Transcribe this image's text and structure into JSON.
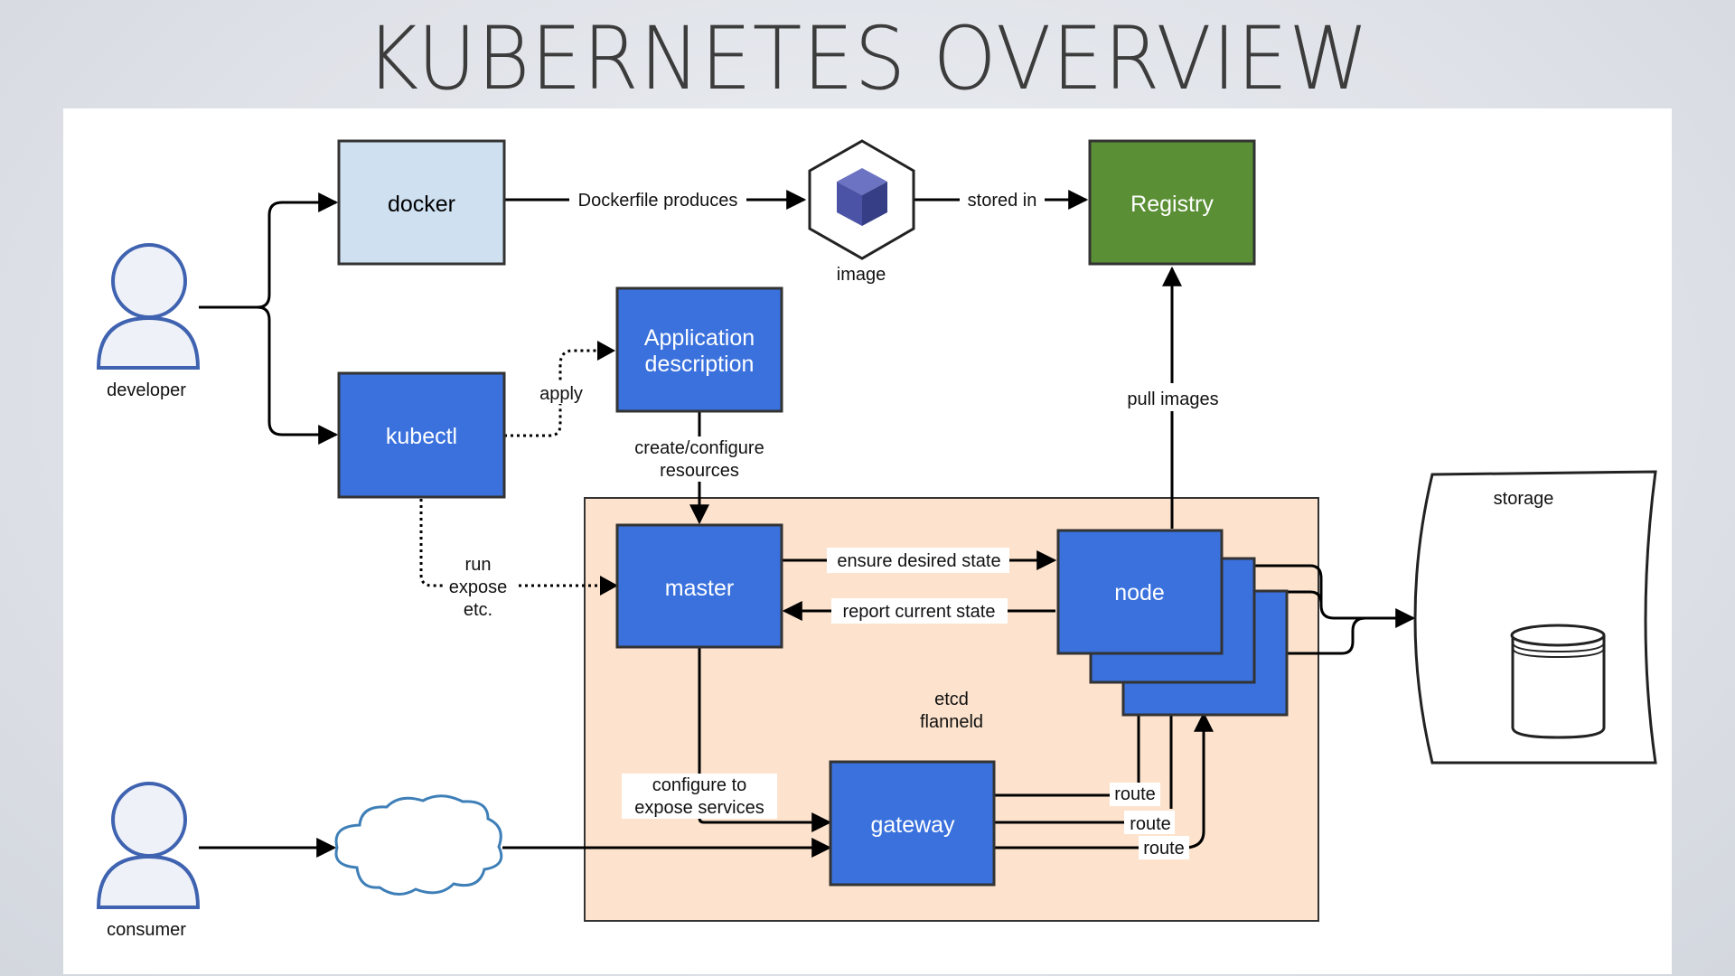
{
  "title": "KUBERNETES OVERVIEW",
  "actors": {
    "developer": "developer",
    "consumer": "consumer"
  },
  "boxes": {
    "docker": "docker",
    "kubectl": "kubectl",
    "app_desc_line1": "Application",
    "app_desc_line2": "description",
    "registry": "Registry",
    "master": "master",
    "node": "node",
    "gateway": "gateway",
    "storage": "storage",
    "image": "image"
  },
  "edges": {
    "dockerfile_produces": "Dockerfile produces",
    "stored_in": "stored in",
    "apply": "apply",
    "create_configure_1": "create/configure",
    "create_configure_2": "resources",
    "pull_images": "pull images",
    "run": "run",
    "expose": "expose",
    "etc": "etc.",
    "ensure_desired_state": "ensure desired state",
    "report_current_state": "report current state",
    "etcd": "etcd",
    "flanneld": "flanneld",
    "configure_to": "configure to",
    "expose_services": "expose services",
    "route1": "route",
    "route2": "route",
    "route3": "route"
  },
  "colors": {
    "docker_fill": "#cfe0f1",
    "blue_fill": "#3a71dd",
    "registry_fill": "#5a8f35",
    "cluster_fill": "#fde3cd",
    "actor_fill": "#eef1f8",
    "actor_stroke": "#3f63b0",
    "cloud_stroke": "#3e7fb8",
    "image_cube": "#4a53a5"
  }
}
